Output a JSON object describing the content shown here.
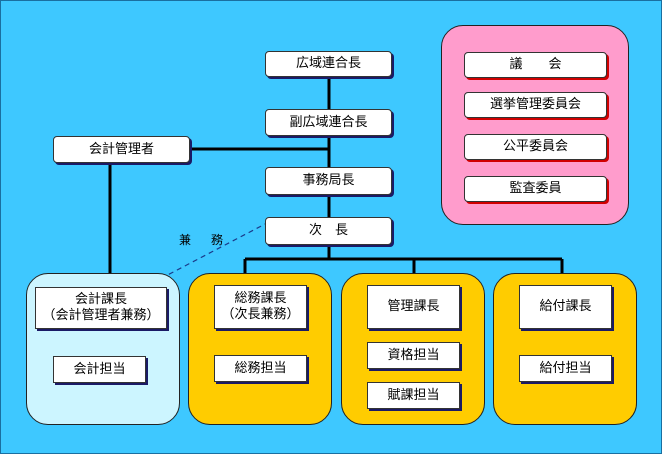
{
  "diagram": {
    "top_chain": {
      "chair": "広域連合長",
      "vice_chair": "副広域連合長",
      "bureau_chief": "事務局長",
      "deputy_chief": "次　長"
    },
    "accounting_manager": "会計管理者",
    "concurrent_label": "兼　務",
    "council_panel": {
      "items": [
        "議　　会",
        "選挙管理委員会",
        "公平委員会",
        "監査委員"
      ]
    },
    "sections": [
      {
        "head": "会計課長\n（会計管理者兼務）",
        "staff": [
          "会計担当"
        ]
      },
      {
        "head": "総務課長\n（次長兼務）",
        "staff": [
          "総務担当"
        ]
      },
      {
        "head": "管理課長",
        "staff": [
          "資格担当",
          "賦課担当"
        ]
      },
      {
        "head": "給付課長",
        "staff": [
          "給付担当"
        ]
      }
    ],
    "colors": {
      "background": "#3ec8ff",
      "council_panel": "#ff9ccc",
      "section_panel": "#ffcc00",
      "accounting_panel": "#ccf5ff",
      "accent_red": "#d00000"
    }
  }
}
